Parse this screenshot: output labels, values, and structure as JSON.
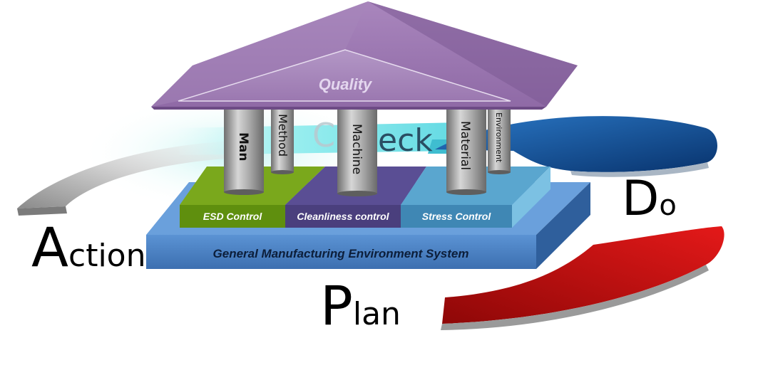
{
  "cycle": {
    "action": {
      "first": "A",
      "rest": "ction"
    },
    "plan": {
      "first": "P",
      "rest": "lan"
    },
    "do": {
      "first": "D",
      "rest": "o"
    },
    "check": {
      "first": "C",
      "rest": "heck",
      "visible_tail": "eck"
    }
  },
  "roof": {
    "label": "Quality"
  },
  "pillars": [
    "Man",
    "Method",
    "Machine",
    "Material",
    "Environment"
  ],
  "controls": [
    "ESD Control",
    "Cleanliness control",
    "Stress Control"
  ],
  "base": {
    "label": "General Manufacturing Environment System"
  },
  "colors": {
    "roof": "#9b72ad",
    "roof_dark": "#7a5890",
    "pillar": "#8c8c8c",
    "esd": "#5f8f0e",
    "cleanliness": "#4a3f7d",
    "stress": "#3f87b4",
    "base": "#4a7fc1",
    "do_arc": "#0f4f98",
    "plan_arc": "#c01010",
    "action_arc": "#a8a8a8",
    "check_arc": "#7fe6ea"
  }
}
